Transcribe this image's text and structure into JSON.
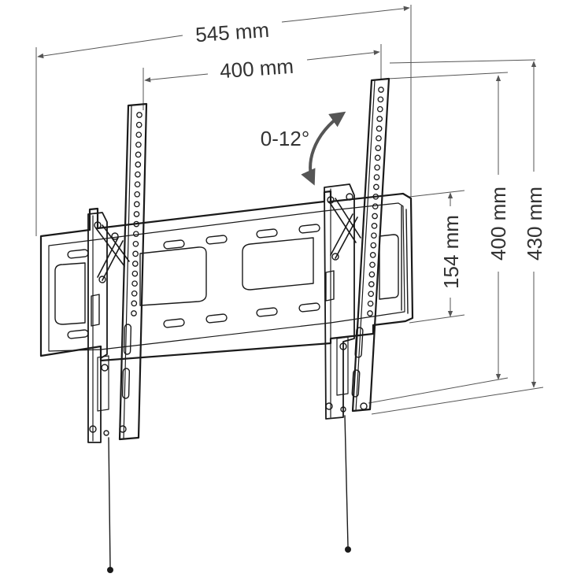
{
  "dimensions": {
    "overall_width": "545 mm",
    "hole_spacing_width": "400 mm",
    "tilt_range": "0-12°",
    "plate_height": "154 mm",
    "hole_spacing_height": "400 mm",
    "overall_height": "430 mm"
  },
  "colors": {
    "line": "#1a1a1a",
    "dimension_line": "#555555",
    "text": "#333333",
    "background": "#ffffff"
  }
}
